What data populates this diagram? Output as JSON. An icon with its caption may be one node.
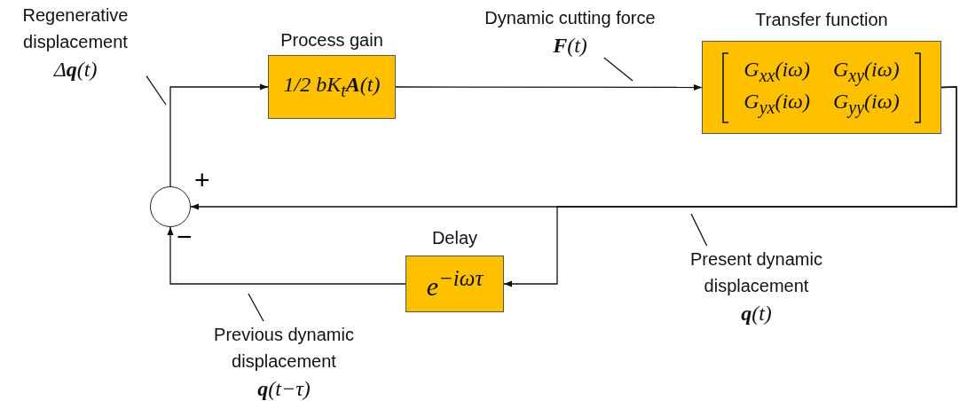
{
  "diagram": {
    "nodes": [
      {
        "text": [
          "Process gain",
          "1/2 bK$_{t}$**A**(t)"
        ]
      },
      {
        "text": [
          "Transfer function",
          "G$_{xx}$(iω)",
          "G$_{xy}$(iω)",
          "G$_{yx}$(iω)",
          "G$_{yy}$(iω)"
        ]
      },
      {
        "text": [],
        "shape": "circle",
        "beside": [
          "+",
          "−"
        ]
      },
      {
        "text": [
          "Delay",
          "e$^{−iωτ}$"
        ]
      },
      {
        "text": [
          "Regenerative displacement",
          "Δ**q**(t)"
        ]
      },
      {
        "text": [
          "Dynamic cutting force",
          "**F**(t)"
        ]
      },
      {
        "text": [
          "Present dynamic displacement",
          "**q**(t)"
        ]
      },
      {
        "text": [
          "Previous dynamic displacement",
          "**q**(t−τ)"
        ]
      }
    ],
    "edges": [
      {
        "from": 2,
        "to": 0,
        "arrow": "to"
      },
      {
        "from": 0,
        "to": 1,
        "arrow": "to"
      },
      {
        "from": 1,
        "to": 2,
        "arrow": "to"
      },
      {
        "from": 1,
        "to": 3,
        "arrow": "to"
      },
      {
        "from": 3,
        "to": 2,
        "arrow": "to"
      },
      {
        "from": 4,
        "to": null,
        "arrow": "none"
      },
      {
        "from": 5,
        "to": null,
        "arrow": "none"
      },
      {
        "from": 6,
        "to": null,
        "arrow": "none"
      },
      {
        "from": 7,
        "to": null,
        "arrow": "none"
      }
    ]
  }
}
